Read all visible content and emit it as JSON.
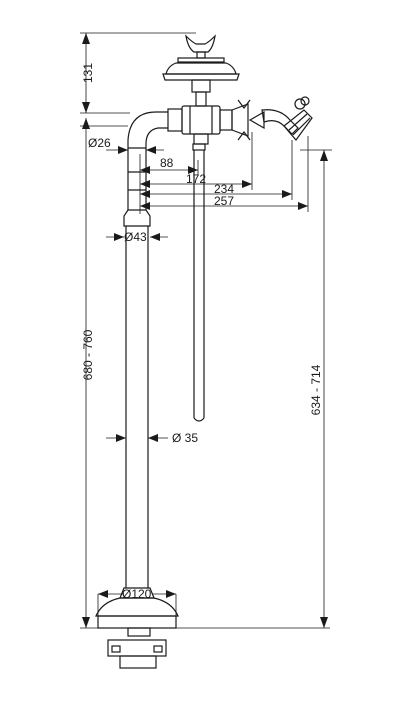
{
  "dimensions": {
    "height_top": "131",
    "dia_26": "Ø26",
    "len_88": "88",
    "len_172": "172",
    "len_234": "234",
    "len_257": "257",
    "dia_43": "Ø43",
    "height_total": "680 - 760",
    "dia_35": "Ø 35",
    "height_spout": "634 - 714",
    "dia_120": "Ø120"
  },
  "colors": {
    "ink": "#1a1a1a",
    "background": "#ffffff"
  }
}
